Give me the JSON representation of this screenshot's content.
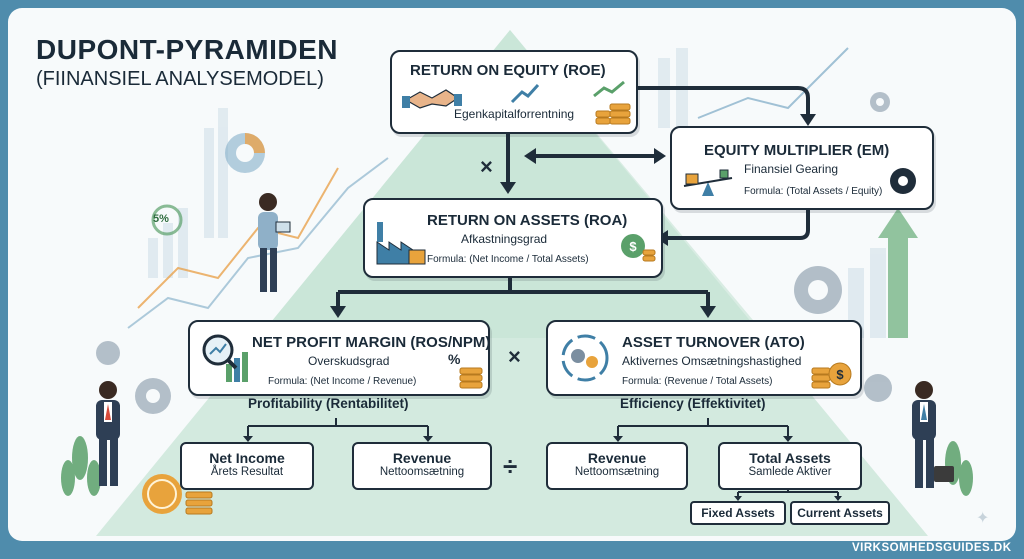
{
  "header": {
    "title": "DUPONT-PYRAMIDEN",
    "subtitle": "(FIINANSIEL ANALYSEMODEL)"
  },
  "roe": {
    "title": "RETURN ON EQUITY (ROE)",
    "subtitle": "Egenkapitalforrentning"
  },
  "em": {
    "title": "EQUITY MULTIPLIER (EM)",
    "subtitle": "Finansiel Gearing",
    "formula": "Formula: (Total Assets / Equity)"
  },
  "roa": {
    "title": "RETURN ON ASSETS (ROA)",
    "subtitle": "Afkastningsgrad",
    "formula": "Formula: (Net Income / Total Assets)"
  },
  "npm": {
    "title": "NET PROFIT MARGIN (ROS/NPM)",
    "subtitle": "Overskudsgrad",
    "formula": "Formula: (Net Income / Revenue)"
  },
  "ato": {
    "title": "ASSET TURNOVER (ATO)",
    "subtitle": "Aktivernes Omsætningshastighed",
    "formula": "Formula: (Revenue / Total Assets)"
  },
  "categories": {
    "profitability": "Profitability (Rentabilitet)",
    "efficiency": "Efficiency (Effektivitet)"
  },
  "leaves": {
    "net_income": {
      "title": "Net Income",
      "subtitle": "Årets Resultat"
    },
    "revenue_left": {
      "title": "Revenue",
      "subtitle": "Nettoomsætning"
    },
    "revenue_right": {
      "title": "Revenue",
      "subtitle": "Nettoomsætning"
    },
    "total_assets": {
      "title": "Total Assets",
      "subtitle": "Samlede Aktiver"
    },
    "fixed_assets": "Fixed Assets",
    "current_assets": "Current Assets"
  },
  "operators": {
    "multiply": "×",
    "divide": "÷"
  },
  "badge": "5%",
  "footer": "VIRKSOMHEDSGUIDES.DK",
  "colors": {
    "frame": "#4f8cac",
    "pyramid": "#cfe8dc",
    "ink": "#1f2d3a",
    "accent_blue": "#3f7fa6",
    "accent_green": "#5aa06a",
    "coin": "#e8a33c"
  }
}
